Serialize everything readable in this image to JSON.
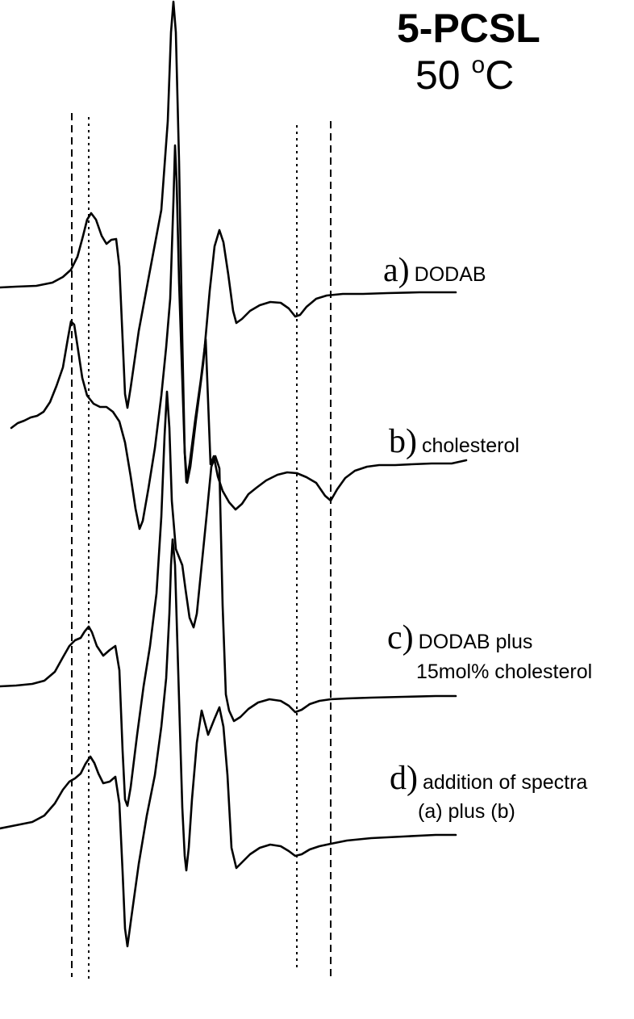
{
  "figure": {
    "title": "5-PCSL",
    "temperature_value": "50 ",
    "temperature_degree": "o",
    "temperature_unit": "C"
  },
  "chart_data": {
    "type": "line",
    "title": "5-PCSL",
    "subtitle": "50 oC",
    "xlabel": "",
    "ylabel": "",
    "grid": false,
    "series": [
      {
        "letter": "a)",
        "name": "DODAB",
        "name_line2": ""
      },
      {
        "letter": "b)",
        "name": "cholesterol",
        "name_line2": ""
      },
      {
        "letter": "c)",
        "name": "DODAB plus",
        "name_line2": "15mol% cholesterol"
      },
      {
        "letter": "d)",
        "name": "addition of spectra",
        "name_line2": "(a) plus (b)"
      }
    ],
    "reference_lines": [
      {
        "style": "dashed",
        "spans_series": [
          "a",
          "b",
          "c",
          "d"
        ]
      },
      {
        "style": "dotted",
        "spans_series": [
          "a",
          "b",
          "c",
          "d"
        ]
      },
      {
        "style": "dotted",
        "spans_series": [
          "a",
          "b",
          "c",
          "d"
        ]
      },
      {
        "style": "dashed",
        "spans_series": [
          "a",
          "b",
          "c",
          "d"
        ]
      }
    ]
  }
}
